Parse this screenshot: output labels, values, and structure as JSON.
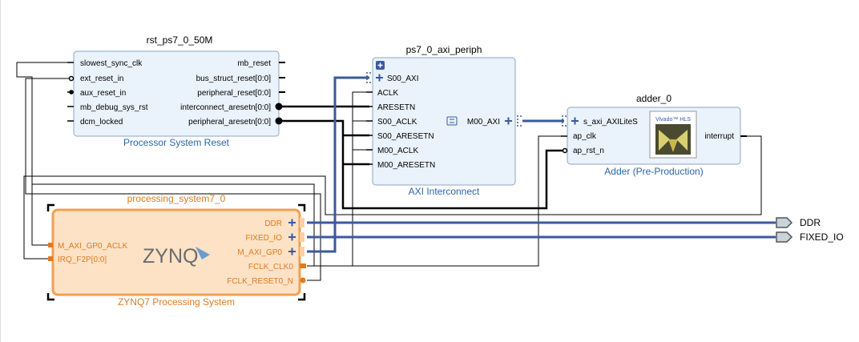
{
  "blocks": {
    "rst": {
      "title": "rst_ps7_0_50M",
      "subtitle": "Processor System Reset",
      "inputs": [
        "slowest_sync_clk",
        "ext_reset_in",
        "aux_reset_in",
        "mb_debug_sys_rst",
        "dcm_locked"
      ],
      "outputs": [
        "mb_reset",
        "bus_struct_reset[0:0]",
        "peripheral_reset[0:0]",
        "interconnect_aresetn[0:0]",
        "peripheral_aresetn[0:0]"
      ]
    },
    "axi": {
      "title": "ps7_0_axi_periph",
      "subtitle": "AXI Interconnect",
      "inputs": [
        "S00_AXI",
        "ACLK",
        "ARESETN",
        "S00_ACLK",
        "S00_ARESETN",
        "M00_ACLK",
        "M00_ARESETN"
      ],
      "output": "M00_AXI"
    },
    "adder": {
      "title": "adder_0",
      "subtitle": "Adder (Pre-Production)",
      "inputs": [
        "s_axi_AXILiteS",
        "ap_clk",
        "ap_rst_n"
      ],
      "output": "interrupt",
      "logo_text": "Vivado™ HLS"
    },
    "zynq": {
      "title": "processing_system7_0",
      "subtitle": "ZYNQ7 Processing System",
      "logo_text": "ZYNQ",
      "inputs": [
        "M_AXI_GP0_ACLK",
        "IRQ_F2P[0:0]"
      ],
      "outputs": [
        "DDR",
        "FIXED_IO",
        "M_AXI_GP0",
        "FCLK_CLK0",
        "FCLK_RESET0_N"
      ]
    }
  },
  "external_ports": [
    "DDR",
    "FIXED_IO"
  ],
  "colors": {
    "block_fill": "#eaf2fb",
    "block_border": "#8fa6bf",
    "zynq_fill": "#fde2c6",
    "zynq_border": "#f0a050",
    "wire": "#000000",
    "bus": "#3a5a9c",
    "subtitle": "#2c64a8",
    "zynq_text": "#e07a1e"
  }
}
